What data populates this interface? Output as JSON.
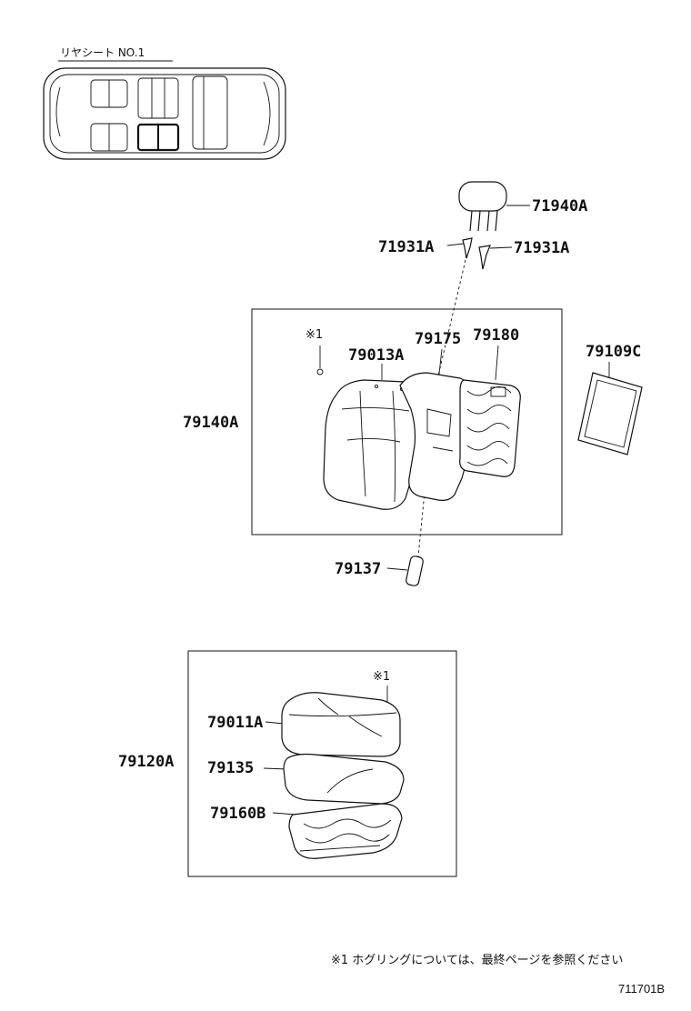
{
  "inset": {
    "title": "リヤシート NO.1"
  },
  "labels": {
    "p71940A": "71940A",
    "p71931A_left": "71931A",
    "p71931A_right": "71931A",
    "p79175": "79175",
    "p79180": "79180",
    "p79013A": "79013A",
    "p79109C": "79109C",
    "p79140A": "79140A",
    "p79137": "79137",
    "p79011A": "79011A",
    "p79120A": "79120A",
    "p79135": "79135",
    "p79160B": "79160B",
    "ref1_upper": "※1",
    "ref1_lower": "※1"
  },
  "footer": {
    "note": "※1  ホグリングについては、最終ページを参照ください",
    "code": "711701B"
  }
}
